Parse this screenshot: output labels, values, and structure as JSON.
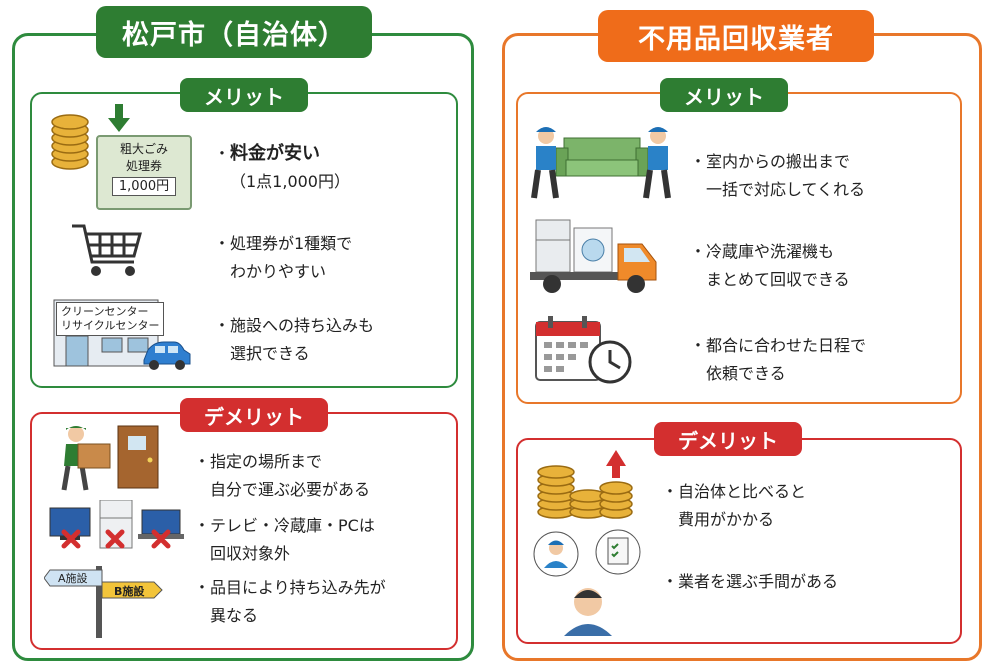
{
  "left": {
    "title": "松戸市（自治体）",
    "merit": {
      "label": "メリット",
      "items": [
        {
          "lines": [
            "料金が安い",
            "（1点1,000円）"
          ]
        },
        {
          "lines": [
            "処理券が1種類で",
            "わかりやすい"
          ]
        },
        {
          "lines": [
            "施設への持ち込みも",
            "選択できる"
          ]
        }
      ],
      "ticket": {
        "line1": "粗大ごみ",
        "line2": "処理券",
        "price": "1,000円"
      },
      "facility_sign": {
        "line1": "クリーンセンター",
        "line2": "リサイクルセンター"
      }
    },
    "demerit": {
      "label": "デメリット",
      "items": [
        {
          "lines": [
            "指定の場所まで",
            "自分で運ぶ必要がある"
          ]
        },
        {
          "lines": [
            "テレビ・冷蔵庫・PCは",
            "回収対象外"
          ]
        },
        {
          "lines": [
            "品目により持ち込み先が",
            "異なる"
          ]
        }
      ],
      "signpost": {
        "a": "A施設",
        "b": "B施設"
      }
    }
  },
  "right": {
    "title": "不用品回収業者",
    "merit": {
      "label": "メリット",
      "items": [
        {
          "lines": [
            "室内からの搬出まで",
            "一括で対応してくれる"
          ]
        },
        {
          "lines": [
            "冷蔵庫や洗濯機も",
            "まとめて回収できる"
          ]
        },
        {
          "lines": [
            "都合に合わせた日程で",
            "依頼できる"
          ]
        }
      ]
    },
    "demerit": {
      "label": "デメリット",
      "items": [
        {
          "lines": [
            "自治体と比べると",
            "費用がかかる"
          ]
        },
        {
          "lines": [
            "業者を選ぶ手間がある"
          ]
        }
      ]
    }
  },
  "colors": {
    "green": "#2e7d32",
    "orange": "#ef6c1a",
    "red": "#d32f2f"
  }
}
